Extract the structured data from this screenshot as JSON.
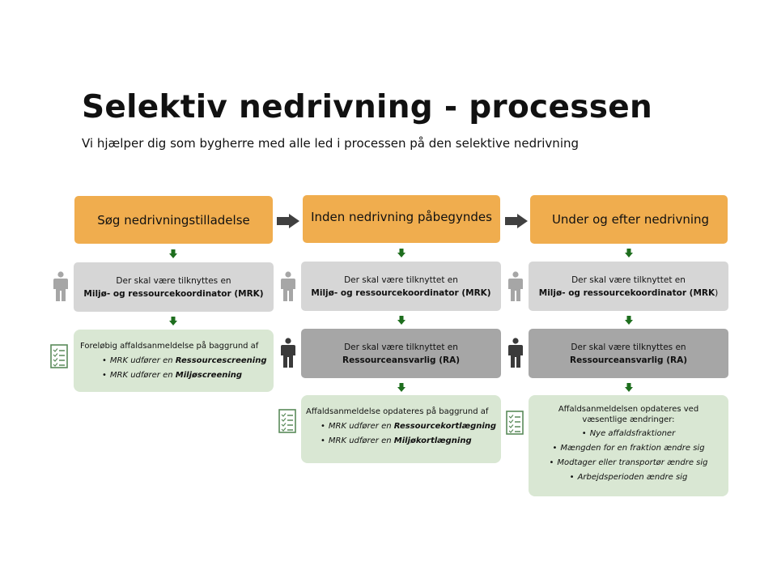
{
  "header": {
    "title": "Selektiv nedrivning - processen",
    "subtitle": "Vi hjælper dig som bygherre med alle led i processen på den selektive nedrivning"
  },
  "colors": {
    "orange": "#f0ad4e",
    "light_gray": "#d6d6d6",
    "dark_gray": "#a6a6a6",
    "light_green": "#d9e7d3",
    "arrow_green": "#1e6e1e",
    "arrow_dark": "#404040"
  },
  "icons": [
    "person-icon",
    "checklist-icon",
    "arrow-right-icon",
    "arrow-down-icon"
  ],
  "columns": [
    {
      "stage": "Søg nedrivningstilladelse",
      "role1": {
        "line1": "Der skal være tilknyttes en",
        "line2": "Miljø- og ressourcekoordinator (MRK)"
      },
      "docs": {
        "intro": "Foreløbig affaldsanmeldelse på baggrund af",
        "items": [
          {
            "text": "MRK udfører en ",
            "bold": "Ressourcescreening"
          },
          {
            "text": "MRK udfører en ",
            "bold": "Miljøscreening"
          }
        ]
      }
    },
    {
      "stage": "Inden nedrivning påbegyndes",
      "role1": {
        "line1": "Der skal være tilknyttet en",
        "line2": "Miljø- og ressourcekoordinator (MRK)"
      },
      "role2": {
        "line1": "Der skal være tilknyttet en",
        "line2": "Ressourceansvarlig (RA)"
      },
      "docs": {
        "intro": "Affaldsanmeldelse opdateres på baggrund af",
        "items": [
          {
            "text": "MRK udfører en ",
            "bold": "Ressourcekortlægning"
          },
          {
            "text": "MRK udfører en ",
            "bold": "Miljøkortlægning"
          }
        ]
      }
    },
    {
      "stage": "Under og efter nedrivning",
      "role1": {
        "line1": "Der skal være tilknyttet en",
        "line2": "Miljø- og ressourcekoordinator (MRK",
        "line2_tail": ")"
      },
      "role2": {
        "line1": "Der skal være tilknyttes en",
        "line2": "Ressourceansvarlig (RA)"
      },
      "docs": {
        "intro1": "Affaldsanmeldelsen opdateres ved",
        "intro2": "væsentlige ændringer:",
        "items": [
          "Nye affaldsfraktioner",
          "Mængden for en fraktion ændre sig",
          "Modtager eller transportør ændre sig",
          "Arbejdsperioden ændre sig"
        ]
      }
    }
  ]
}
